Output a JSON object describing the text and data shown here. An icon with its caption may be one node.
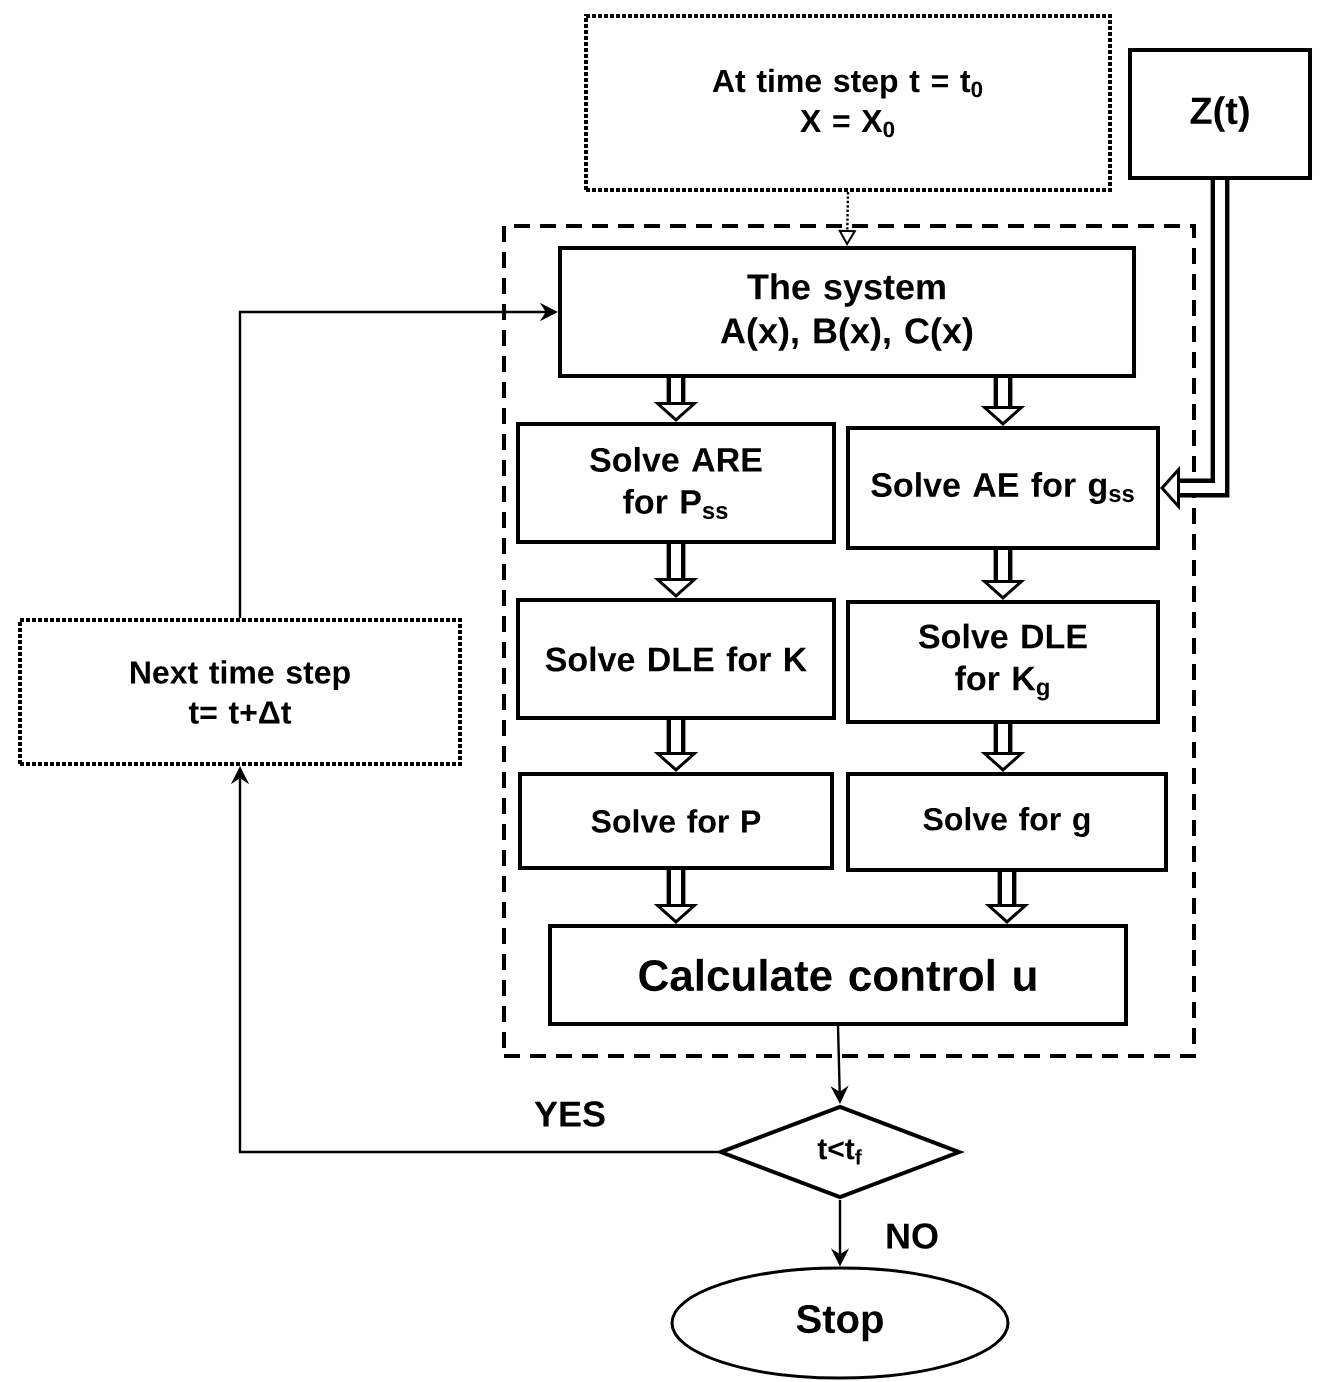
{
  "diagram": {
    "nodes": [
      {
        "text": [
          "At time step t = t$_{0}$",
          "X = X$_{0}$"
        ]
      },
      {
        "text": [
          "Z(t)"
        ]
      },
      {
        "text": [],
        "shape": "box"
      },
      {
        "text": [
          "The system",
          "A(x), B(x), C(x)"
        ],
        "in": 2
      },
      {
        "text": [
          "Solve ARE for P$_{ss}$"
        ],
        "in": 2
      },
      {
        "text": [
          "Solve AE for g$_{ss}$"
        ],
        "in": 2
      },
      {
        "text": [
          "Solve DLE for K"
        ],
        "in": 2
      },
      {
        "text": [
          "Solve DLE for K$_{g}$"
        ],
        "in": 2
      },
      {
        "text": [
          "Solve for P"
        ],
        "in": 2
      },
      {
        "text": [
          "Solve for g"
        ],
        "in": 2
      },
      {
        "text": [
          "Calculate control u"
        ],
        "in": 2
      },
      {
        "text": [
          "Next time step",
          "t= t+Δt"
        ]
      },
      {
        "text": [
          "t<t$_{f}$"
        ]
      },
      {
        "text": [
          "Stop"
        ]
      }
    ],
    "edges": [
      {
        "from": 0,
        "to": 3,
        "arrow": "to",
        "style": "dashed"
      },
      {
        "from": 1,
        "to": 5,
        "arrow": "to"
      },
      {
        "from": 3,
        "to": 4,
        "arrow": "to"
      },
      {
        "from": 3,
        "to": 5,
        "arrow": "to"
      },
      {
        "from": 4,
        "to": 6,
        "arrow": "to"
      },
      {
        "from": 5,
        "to": 7,
        "arrow": "to"
      },
      {
        "from": 6,
        "to": 8,
        "arrow": "to"
      },
      {
        "from": 7,
        "to": 9,
        "arrow": "to"
      },
      {
        "from": 8,
        "to": 10,
        "arrow": "to"
      },
      {
        "from": 9,
        "to": 10,
        "arrow": "to"
      },
      {
        "from": 10,
        "to": 12,
        "arrow": "to"
      },
      {
        "from": 12,
        "to": 11,
        "arrow": "to",
        "label": "YES"
      },
      {
        "from": 11,
        "to": 3,
        "arrow": "to"
      },
      {
        "from": 12,
        "to": 13,
        "arrow": "to",
        "label": "NO"
      }
    ]
  }
}
